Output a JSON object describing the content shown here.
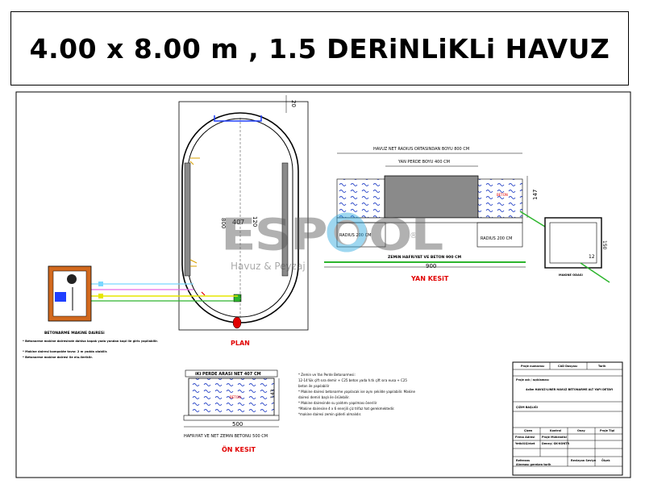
{
  "title": "4.00 x 8.00 m , 1.5 DERiNLiKLi HAVUZ",
  "plan": {
    "label": "PLAN",
    "dim_width": "407",
    "dim_length": "800",
    "dim_top": "20",
    "dim_middle": "120"
  },
  "watermark": {
    "brand": "ESPOOL",
    "registered": "®",
    "tagline": "Havuz & Peyzaj"
  },
  "machine_room": {
    "label": "BETONARME MAKiNE DAiRESi",
    "notes": [
      "* Betonarme makine dairesinde dahisa kapak yada yandan kapi ile giris yapilabilir.",
      "* Makine dairesi kompakte tavsr. 2 m yadda olabilir.",
      "* Betonarme makine dairesi ile elu.ileriklir."
    ]
  },
  "side_section": {
    "label": "YAN KESiT",
    "dim_total": "HAVUZ NET RADIUS ORTASINDAN BOYU 800 CM",
    "dim_wall": "YAN PERDE BOYU 400 CM",
    "radius_left": "RADIUS 200 CM",
    "radius_right": "RADIUS 200 CM",
    "dim_depth": "147",
    "excavation": "ZEMiN HAFRiYAT VE BETON 900 CM",
    "dim_900": "900",
    "hatch_label": "BETON"
  },
  "small_section": {
    "dim_height": "150",
    "dim_12": "12",
    "label": "MAKiNE ODASI"
  },
  "front_section": {
    "header": "iKi PERDE ARASI NET 407 CM",
    "dim_depth": "143",
    "dim_500": "500",
    "caption": "HAFRiYAT VE NET ZEMiN BETONU 500 CM",
    "label": "ÖN KESiT",
    "hatch_label": "BETON"
  },
  "notes": [
    "* Zemin ve Yan Perde Betonarmesi:",
    "12-14'lük çift sıra demir + C25 beton yada h.tk çift sıra eusa + C25",
    "beton ile yapılabilir",
    "* Makine dairesi betonarme yapılacak ise aynı şekilde yapılabilir. Makine",
    "dairesi demiri başlı ile örülebilir.",
    "* Makine dairesinde su yalıtımı yapılması önerilir",
    "*Makine dairesine 4 x 6 enerjili çiz trifaz hat gerekmektedir.",
    "*makine dairesi zemin giderli olmalıdır."
  ],
  "title_block": {
    "header": [
      "Proje numarası",
      "CAD Dosyası",
      "Tarih"
    ],
    "project_name_label": "Proje adı / açıklaması",
    "project_desc": "4x8m HAVUZ-LINER HAVUZ BETONARME ALT YAPI DETAYI",
    "revision_label": "ÇiZiM BAŞLIĞI",
    "row_headers": [
      "Çizen",
      "Kontrol",
      "Onay",
      "Proje Tipi"
    ],
    "row_values": [
      "Firma Adresi",
      "Proje Mühendisi",
      "",
      ""
    ],
    "row_values2": [
      "Yetkili/Şirket",
      "Deney/ GK-KONTR",
      "",
      ""
    ],
    "bottom_left": "Referans",
    "bottom_left2": "Alınması gereken tarih",
    "bottom_mid": "Revizyon Seviye",
    "bottom_right": "Ölçek"
  },
  "colors": {
    "water": "#6d8ad9",
    "concrete": "#8a8a8a",
    "wood": "#d2691e",
    "green": "#2db52d",
    "red": "#e10000",
    "blue_line": "#1f3fff"
  }
}
